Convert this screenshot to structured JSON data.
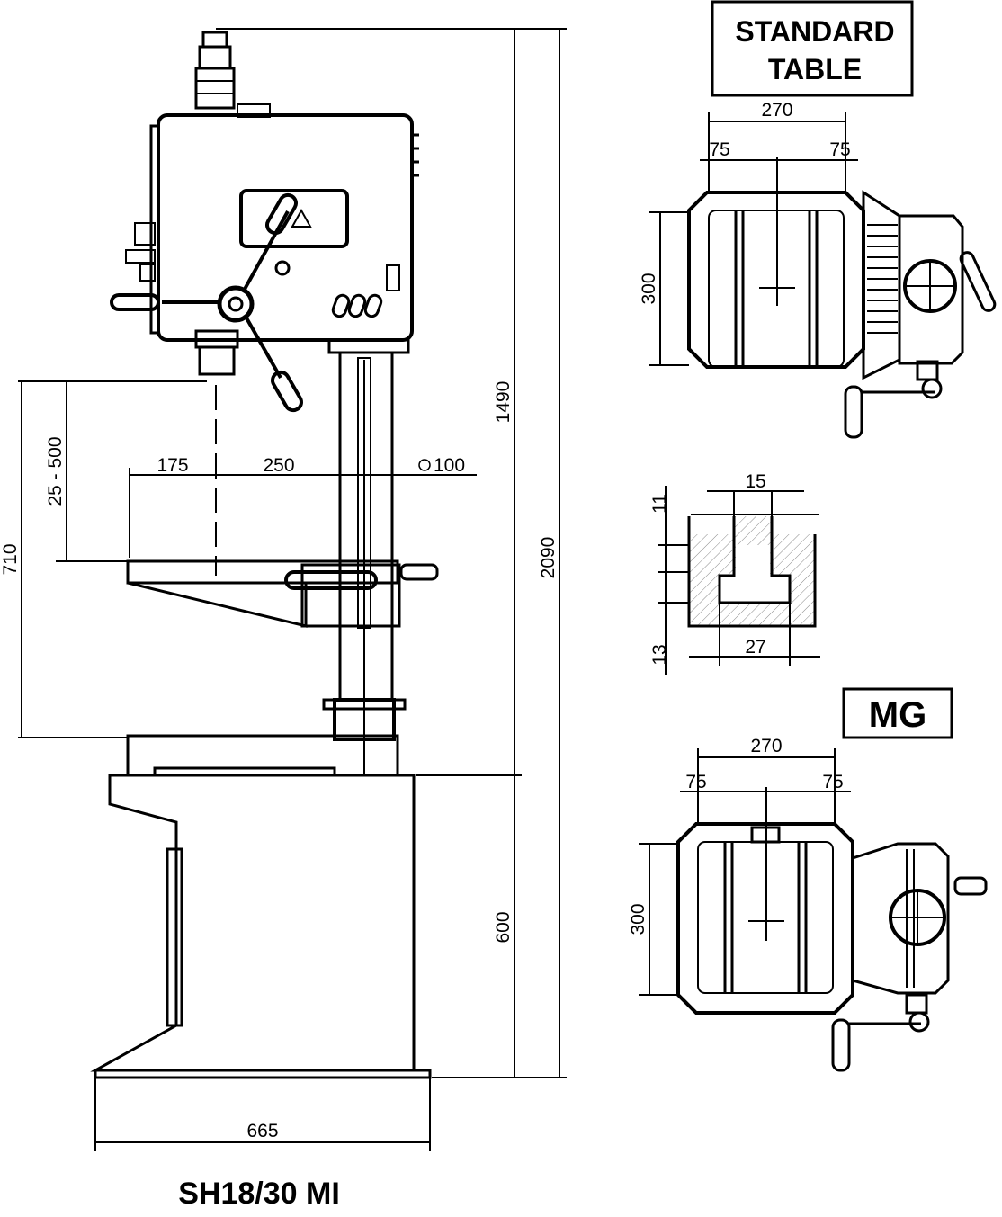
{
  "model": "SH18/30 MI",
  "labels": {
    "standard_table_line1": "STANDARD",
    "standard_table_line2": "TABLE",
    "mg": "MG"
  },
  "dimensions": {
    "total_height": "2090",
    "column_height": "1490",
    "base_height": "600",
    "base_width": "665",
    "max_spindle_table": "710",
    "table_travel": "25 - 500",
    "throat_front": "175",
    "throat": "250",
    "column_diameter": "100"
  },
  "standard_table": {
    "width": "270",
    "depth": "300",
    "slot_left": "75",
    "slot_right": "75"
  },
  "tslot": {
    "top_width": "15",
    "bottom_width": "27",
    "top_depth": "11",
    "bottom_depth": "13"
  },
  "mg_table": {
    "width": "270",
    "depth": "300",
    "slot_left": "75",
    "slot_right": "75"
  }
}
